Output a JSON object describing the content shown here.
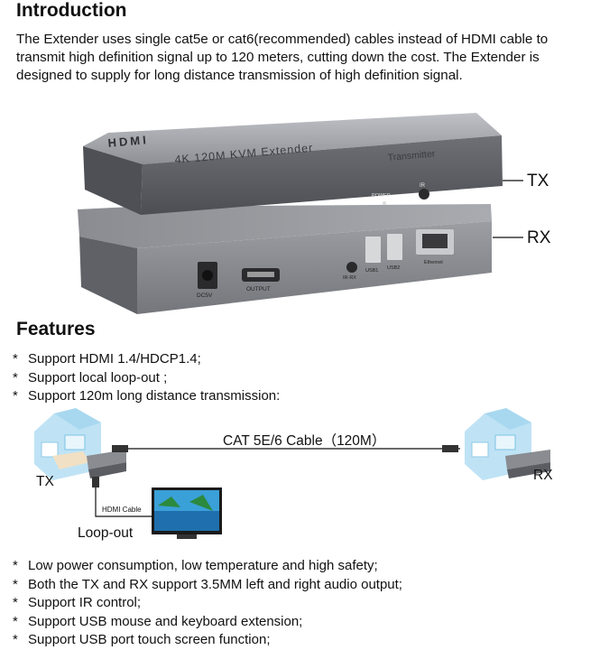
{
  "intro": {
    "title": "Introduction",
    "lines": [
      "The Extender uses single cat5e or cat6(recommended) cables instead of HDMI cable to",
      "transmit high definition signal up to 120 meters, cutting down the cost. The Extender is",
      "designed to supply for long distance transmission of high definition signal."
    ]
  },
  "product": {
    "brand": "HDMI",
    "model": "4K 120M KVM Extender",
    "unit_name": "Transmitter",
    "ports": {
      "power_led": "POWER",
      "ir": "IR",
      "ir_rx": "IR-RX",
      "usb1": "USB1",
      "usb2": "USB2",
      "ethernet": "Ethernet",
      "dc": "DC5V",
      "output": "OUTPUT"
    },
    "callout_tx": "TX",
    "callout_rx": "RX"
  },
  "features": {
    "title": "Features",
    "bullet": "*",
    "list_a": [
      "Support HDMI 1.4/HDCP1.4;",
      "Support local loop-out ;",
      "Support 120m long distance transmission:"
    ],
    "list_b": [
      "Low power consumption, low temperature and high safety;",
      "Both the TX and RX support 3.5MM left and right audio output;",
      "Support IR control;",
      "Support USB mouse and keyboard extension;",
      "Support USB port touch screen function;"
    ]
  },
  "diagram": {
    "cable_label": "CAT 5E/6 Cable（120M）",
    "tx_label": "TX",
    "rx_label": "RX",
    "hdmi_cable_label": "HDMI Cable",
    "loopout_label": "Loop-out"
  }
}
